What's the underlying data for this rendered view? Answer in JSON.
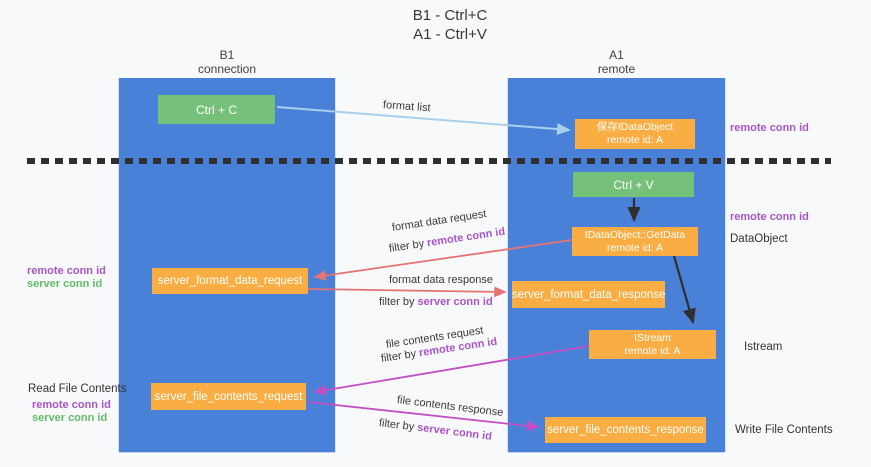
{
  "title": {
    "line1": "B1 - Ctrl+C",
    "line2": "A1 - Ctrl+V"
  },
  "lanes": {
    "left": {
      "title": "B1",
      "subtitle": "connection"
    },
    "right": {
      "title": "A1",
      "subtitle": "remote"
    }
  },
  "nodes": {
    "ctrl_c": {
      "label": "Ctrl + C"
    },
    "save_idataobject": {
      "line1": "保存IDataObject",
      "line2": "remote id: A"
    },
    "ctrl_v": {
      "label": "Ctrl + V"
    },
    "idataobject_getdata": {
      "line1": "IDataObject::GetData",
      "line2": "remote id: A"
    },
    "server_format_data_request": {
      "label": "server_format_data_request"
    },
    "server_format_data_response": {
      "label": "server_format_data_response"
    },
    "istream": {
      "line1": "IStream",
      "line2": "remote id: A"
    },
    "server_file_contents_request": {
      "label": "server_file_contents_request"
    },
    "server_file_contents_response": {
      "label": "server_file_contents_response"
    }
  },
  "edges": {
    "format_list": {
      "label": "format list"
    },
    "format_data_request": {
      "label": "format data request",
      "filter_prefix": "filter by",
      "filter_key": "remote conn id"
    },
    "format_data_response": {
      "label": "format data response",
      "filter_prefix": "filter by",
      "filter_key": "server conn id"
    },
    "file_contents_request": {
      "label": "file contents request",
      "filter_prefix": "filter by",
      "filter_key": "remote conn id"
    },
    "file_contents_response": {
      "label": "file contents response",
      "filter_prefix": "filter by",
      "filter_key": "server conn id"
    }
  },
  "annotations": {
    "right_top_remote_conn_id": "remote conn id",
    "right_mid_remote_conn_id": "remote conn id",
    "right_dataobject": "DataObject",
    "right_istream": "Istream",
    "right_write_file_contents": "Write File Contents",
    "left_mid_remote_conn_id": "remote conn id",
    "left_mid_server_conn_id": "server conn id",
    "left_read_file_contents": "Read File Contents",
    "left_bottom_remote_conn_id": "remote conn id",
    "left_bottom_server_conn_id": "server conn id"
  },
  "colors": {
    "lane_blue": "#4a81d8",
    "node_orange": "#f9ad42",
    "node_green": "#76c17a",
    "arrow_lightblue": "#a9cfee",
    "arrow_red": "#e57373",
    "arrow_magenta": "#c44fc4",
    "arrow_black": "#2f2f2f",
    "text_purple": "#a855c8",
    "text_green": "#63bb6a",
    "text_dark": "#3a3a3a",
    "background": "#f8f9fa"
  }
}
